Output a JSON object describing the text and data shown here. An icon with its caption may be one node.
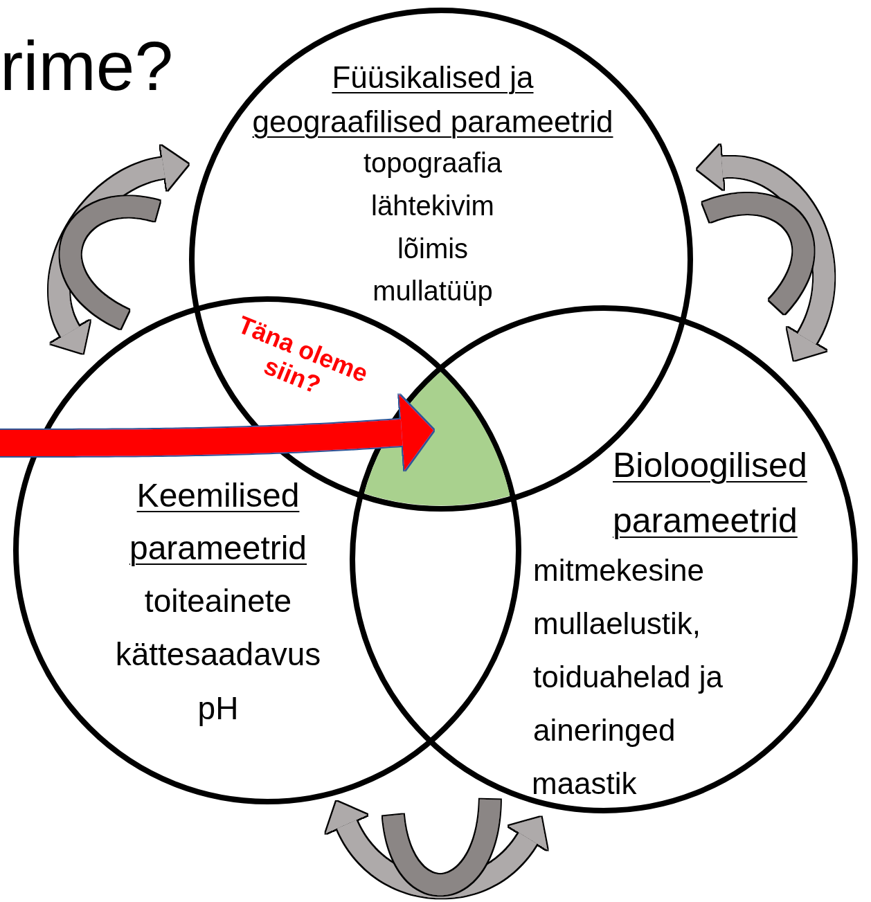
{
  "diagram": {
    "title": "rime?",
    "nodes": [
      {
        "text": [
          "Füüsikalised ja geograafilised parameetrid",
          "topograafia",
          "lähtekivim",
          "lõimis",
          "mullatüüp"
        ]
      },
      {
        "text": [
          "Keemilised parameetrid",
          "toiteainete kättesaadavus",
          "pH"
        ]
      },
      {
        "text": [
          "Bioloogilised parameetrid",
          "mitmekesine mullaelustik, toiduahelad ja aineringed",
          "maastik"
        ]
      },
      {
        "text": [],
        "shape": "triangle"
      }
    ],
    "edges": [
      {
        "from": 0,
        "to": 1,
        "arrow": "both",
        "color": "#aeaaaa"
      },
      {
        "from": 0,
        "to": 1,
        "arrow": "none",
        "color": "#8b8685"
      },
      {
        "from": 2,
        "to": 0,
        "arrow": "both",
        "color": "#aeaaaa"
      },
      {
        "from": 2,
        "to": 0,
        "arrow": "none",
        "color": "#8b8685"
      },
      {
        "from": 1,
        "to": 2,
        "arrow": "both",
        "color": "#aeaaaa"
      },
      {
        "from": 1,
        "to": 2,
        "arrow": "none",
        "color": "#8b8685"
      },
      {
        "from": null,
        "to": 3,
        "arrow": "to",
        "color": "#ff0000"
      }
    ],
    "labels": [
      "Täna oleme siin?"
    ]
  }
}
